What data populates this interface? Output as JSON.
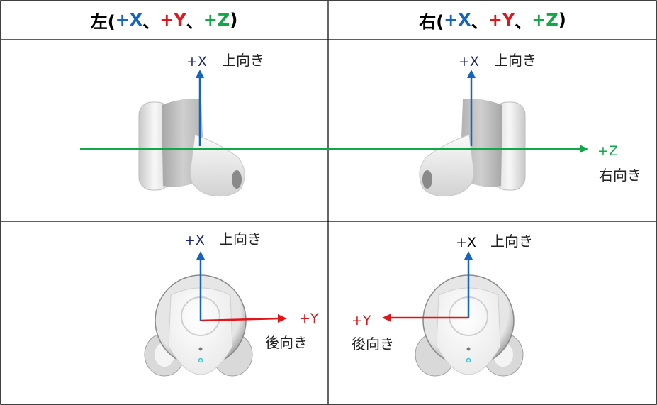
{
  "colors": {
    "x_axis": "#1565c0",
    "y_axis": "#e0161b",
    "z_axis": "#12a84a",
    "x_label_dark": "#1a237e",
    "z_label": "#12a84a",
    "border": "#000000"
  },
  "header": {
    "left": {
      "prefix": "左(",
      "x": "+X",
      "sep1": "、",
      "y": "+Y",
      "sep2": "、",
      "z": "+Z",
      "suffix": ")"
    },
    "right": {
      "prefix": "右(",
      "x": "+X",
      "sep1": "、",
      "y": "+Y",
      "sep2": "、",
      "z": "+Z",
      "suffix": ")"
    }
  },
  "side_view": {
    "left": {
      "x_label": "+X",
      "x_dir": "上向き"
    },
    "right": {
      "x_label": "+X",
      "x_dir": "上向き",
      "z_label": "+Z",
      "z_dir": "右向き"
    }
  },
  "front_view": {
    "left": {
      "x_label": "+X",
      "x_dir": "上向き",
      "y_label": "+Y",
      "y_dir": "後向き"
    },
    "right": {
      "x_label": "+X",
      "x_dir": "上向き",
      "y_label": "+Y",
      "y_dir": "後向き"
    }
  }
}
